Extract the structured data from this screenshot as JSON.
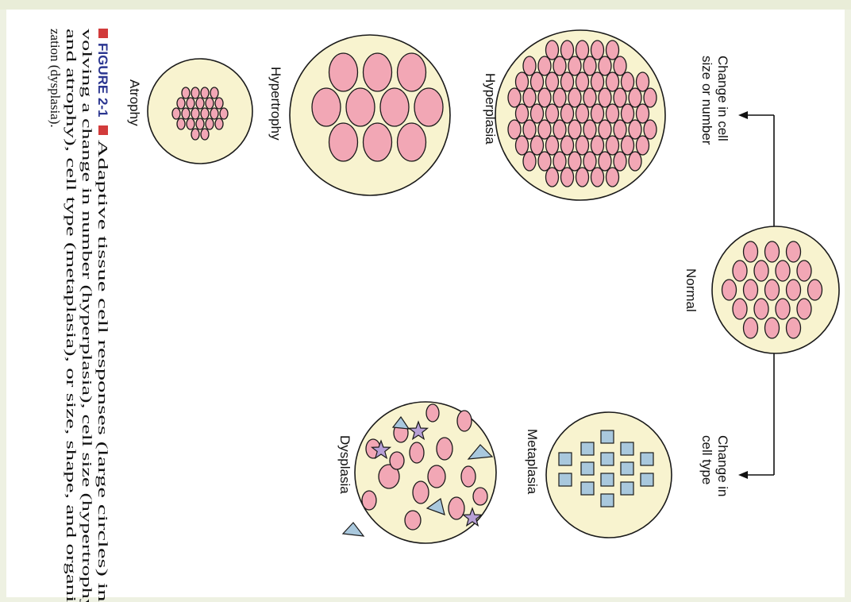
{
  "diagram": {
    "labels": {
      "change_size": [
        "Change in cell",
        "size or number"
      ],
      "change_type": [
        "Change in",
        "cell type"
      ],
      "normal": "Normal",
      "hyperplasia": "Hyperplasia",
      "hypertrophy": "Hypertrophy",
      "atrophy": "Atrophy",
      "metaplasia": "Metaplasia",
      "dysplasia": "Dysplasia"
    },
    "colors": {
      "dish_fill": "#f8f3cf",
      "cell_pink": "#f2a7b5",
      "cell_blue": "#a9c8dd",
      "cell_purple": "#b7a0d6",
      "figure_label": "#2a3590",
      "figure_bullet": "#d23b3b"
    }
  },
  "caption": {
    "figure_label": "FIGURE 2-1",
    "lines": [
      "Adaptive tissue cell responses (large circles) in-",
      "volving a change in number (hyperplasia), cell size (hypertrophy",
      "and atrophy), cell type (metaplasia), or size, shape, and organi-",
      "zation (dysplasia)."
    ]
  }
}
